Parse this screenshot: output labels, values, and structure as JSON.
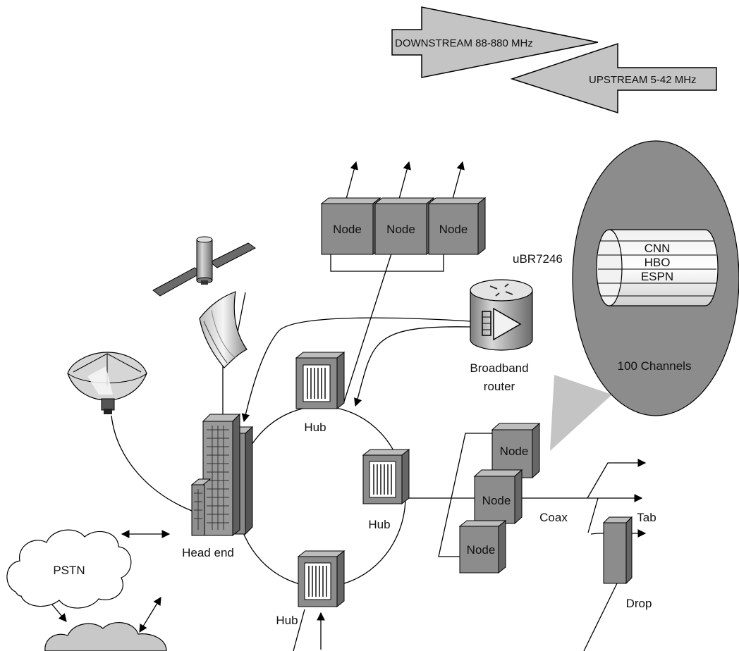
{
  "frequency": {
    "downstream": "DOWNSTREAM  88-880 MHz",
    "upstream": "UPSTREAM  5-42 MHz"
  },
  "nodes_top": [
    "Node",
    "Node",
    "Node"
  ],
  "nodes_right": [
    "Node",
    "Node",
    "Node"
  ],
  "router": {
    "model": "uBR7246",
    "name_line1": "Broadband",
    "name_line2": "router"
  },
  "channels": {
    "list": [
      "CNN",
      "HBO",
      "ESPN"
    ],
    "count": "100 Channels"
  },
  "labels": {
    "hub_top": "Hub",
    "hub_right": "Hub",
    "hub_bottom": "Hub",
    "head_end": "Head end",
    "coax": "Coax",
    "tab": "Tab",
    "drop": "Drop",
    "pstn": "PSTN"
  },
  "colors": {
    "device_gray": "#8c8c8c",
    "light_gray": "#c8c8c8",
    "dark_gray": "#5a5a5a"
  }
}
